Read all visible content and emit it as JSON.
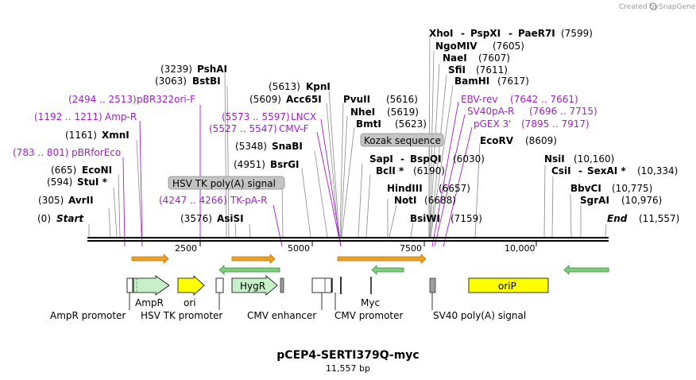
{
  "credit": {
    "text": "Created by",
    "brand": "SnapGene"
  },
  "title": "pCEP4-SERTI379Q-myc",
  "length_text": "11,557 bp",
  "colors": {
    "primer": "#a020c8",
    "orange": "#f0a020",
    "green": "#7cd07c",
    "yellow": "#ffff00",
    "gray": "#b0b0b0"
  },
  "ticks": [
    "2500",
    "5000",
    "7500",
    "10,000"
  ],
  "sites": {
    "start": {
      "pos": "(0)",
      "name": "Start"
    },
    "end": {
      "name": "End",
      "pos": "(11,557)"
    },
    "avrii": {
      "pos": "(305)",
      "name": "AvrII"
    },
    "stui": {
      "pos": "(594)",
      "name": "StuI *"
    },
    "econi": {
      "pos": "(665)",
      "name": "EcoNI"
    },
    "xmni": {
      "pos": "(1161)",
      "name": "XmnI"
    },
    "bstbi": {
      "pos": "(3063)",
      "name": "BstBI"
    },
    "pshai": {
      "pos": "(3239)",
      "name": "PshAI"
    },
    "asisi": {
      "pos": "(3576)",
      "name": "AsiSI"
    },
    "bsrgi": {
      "pos": "(4951)",
      "name": "BsrGI"
    },
    "snabi": {
      "pos": "(5348)",
      "name": "SnaBI"
    },
    "acc65i": {
      "pos": "(5609)",
      "name": "Acc65I"
    },
    "kpni": {
      "pos": "(5613)",
      "name": "KpnI"
    },
    "pvuii": {
      "name": "PvuII",
      "pos": "(5616)"
    },
    "nhei": {
      "name": "NheI",
      "pos": "(5619)"
    },
    "bmti": {
      "name": "BmtI",
      "pos": "(5623)"
    },
    "sapi": {
      "name": "SapI",
      "dash": "-",
      "name2": "BspQI",
      "pos": "(6030)"
    },
    "bcli": {
      "name": "BclI *",
      "pos": "(6190)"
    },
    "hindiii": {
      "name": "HindIII",
      "pos": "(6657)"
    },
    "noti": {
      "name": "NotI",
      "pos": "(6688)"
    },
    "bsiwi": {
      "name": "BsiWI",
      "pos": "(7159)"
    },
    "xhoi": {
      "name": "XhoI",
      "dash": "-",
      "name2": "PspXI",
      "dash2": "-",
      "name3": "PaeR7I",
      "pos": "(7599)"
    },
    "ngomiv": {
      "name": "NgoMIV",
      "pos": "(7605)"
    },
    "naei": {
      "name": "NaeI",
      "pos": "(7607)"
    },
    "sfii": {
      "name": "SfiI",
      "pos": "(7611)"
    },
    "bamhi": {
      "name": "BamHI",
      "pos": "(7617)"
    },
    "ecorv": {
      "name": "EcoRV",
      "pos": "(8609)"
    },
    "nsii": {
      "name": "NsiI",
      "pos": "(10,160)"
    },
    "csii": {
      "name": "CsiI",
      "dash": "-",
      "name2": "SexAI *",
      "pos": "(10,334)"
    },
    "bbvci": {
      "name": "BbvCI",
      "pos": "(10,775)"
    },
    "sgrai": {
      "name": "SgrAI",
      "pos": "(10,976)"
    }
  },
  "primers": {
    "pbr322ori": {
      "pos": "(2494 .. 2513)",
      "name": "pBR322ori-F"
    },
    "ampr": {
      "pos": "(1192 .. 1211)",
      "name": "Amp-R"
    },
    "pbrforeco": {
      "pos": "(783 .. 801)",
      "name": "pBRforEco"
    },
    "lncx": {
      "pos": "(5573 .. 5597)",
      "name": "LNCX"
    },
    "cmvf": {
      "pos": "(5527 .. 5547)",
      "name": "CMV-F"
    },
    "tkpar": {
      "pos": "(4247 .. 4266)",
      "name": "TK-pA-R"
    },
    "ebvrev": {
      "name": "EBV-rev",
      "pos": "(7642 .. 7661)"
    },
    "sv40par": {
      "name": "SV40pA-R",
      "pos": "(7696 .. 7715)"
    },
    "pgex3": {
      "name": "pGEX 3'",
      "pos": "(7895 .. 7917)"
    }
  },
  "boxes": {
    "hsvtk": "HSV TK poly(A) signal",
    "kozak": "Kozak sequence"
  },
  "features": {
    "ampr": "AmpR",
    "ori": "ori",
    "hygr": "HygR",
    "myc": "Myc",
    "orip": "oriP",
    "ampr_promoter": "AmpR promoter",
    "hsvtk_promoter": "HSV TK promoter",
    "cmv_enhancer": "CMV enhancer",
    "cmv_promoter": "CMV promoter",
    "sv40_pa": "SV40 poly(A) signal"
  }
}
